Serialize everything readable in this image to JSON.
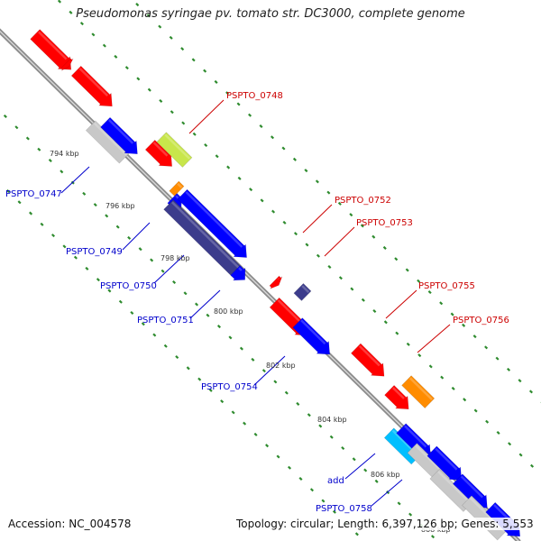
{
  "title": "Pseudomonas syringae pv. tomato str. DC3000, complete genome",
  "accession": "Accession: NC_004578",
  "topology": "Topology: circular",
  "length": "Length: 6,397,126 bp",
  "genes": "Genes: 5,553",
  "colors": {
    "backbone": "#8c8c8c",
    "dots": "#2e8b2e",
    "red": "#ff0000",
    "blue": "#0000ff",
    "navy": "#3c3c8c",
    "grey": "#c8c8c8",
    "orange": "#ff8c00",
    "cyan": "#00bfff",
    "yellowgreen": "#c8e64b",
    "label_red": "#cc0000",
    "label_blue": "#0000cc"
  },
  "kbp_labels": [
    "794 kbp",
    "796 kbp",
    "798 kbp",
    "800 kbp",
    "802 kbp",
    "804 kbp",
    "806 kbp",
    "808 kbp"
  ],
  "gene_labels": [
    {
      "text": "PSPTO_0748",
      "side": "right"
    },
    {
      "text": "PSPTO_0752",
      "side": "right"
    },
    {
      "text": "PSPTO_0753",
      "side": "right"
    },
    {
      "text": "PSPTO_0755",
      "side": "right"
    },
    {
      "text": "PSPTO_0756",
      "side": "right"
    },
    {
      "text": "PSPTO_0747",
      "side": "left"
    },
    {
      "text": "PSPTO_0749",
      "side": "left"
    },
    {
      "text": "PSPTO_0750",
      "side": "left"
    },
    {
      "text": "PSPTO_0751",
      "side": "left"
    },
    {
      "text": "PSPTO_0754",
      "side": "left"
    },
    {
      "text": "add",
      "side": "left"
    },
    {
      "text": "PSPTO_0758",
      "side": "left"
    }
  ],
  "icons": [
    "gene-arrow"
  ]
}
